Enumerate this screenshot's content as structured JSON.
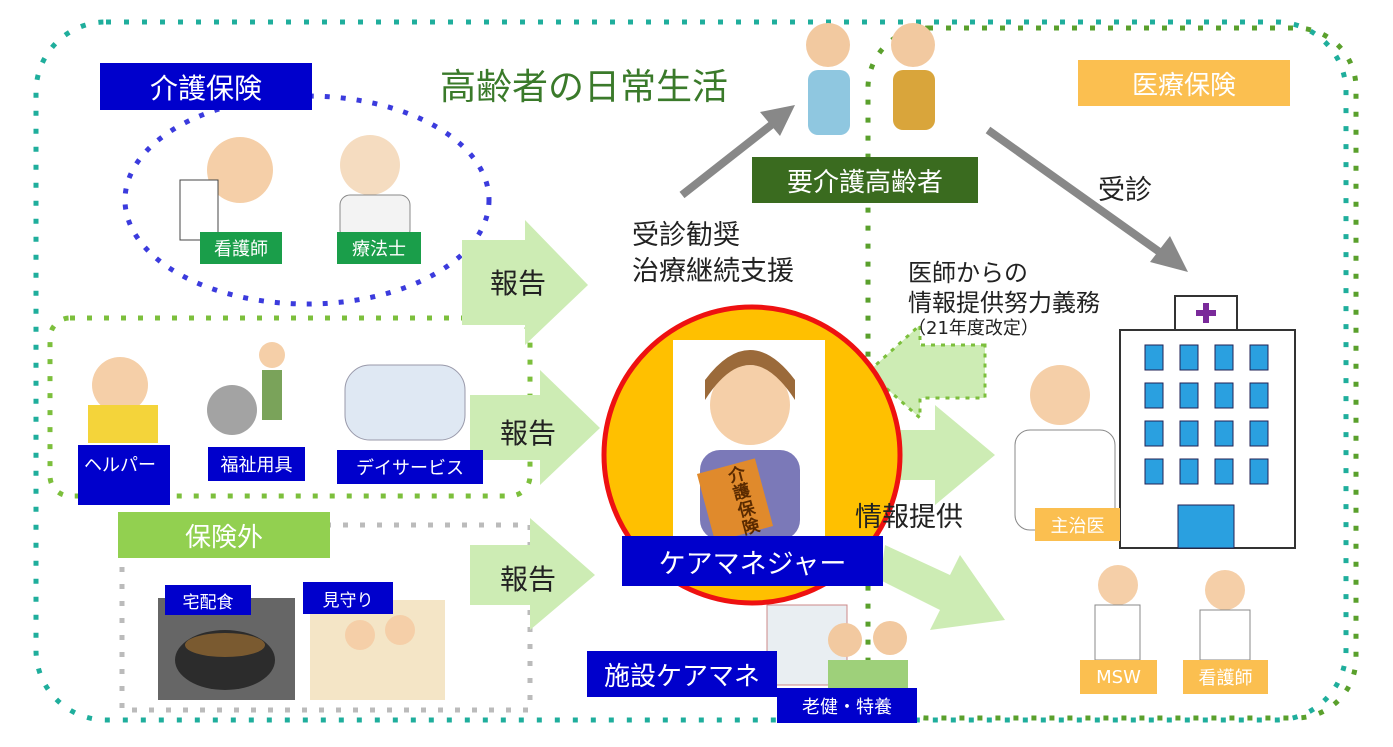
{
  "title": "高齢者の日常生活",
  "kaigo": {
    "label": "介護保険",
    "nurse": "看護師",
    "therapist": "療法士"
  },
  "services": {
    "helper": "ヘルパー",
    "welfare": "福祉用具",
    "day": "デイサービス"
  },
  "hokengai": {
    "label": "保険外",
    "meal": "宅配食",
    "watch": "見守り"
  },
  "reports": [
    "報告",
    "報告",
    "報告"
  ],
  "elderly": "要介護高齢者",
  "support": [
    "受診勧奨",
    "治療継続支援"
  ],
  "caremanager": "ケアマネジャー",
  "badge_text": "介護保険",
  "facility": {
    "label": "施設ケアマネ",
    "sub": "老健・特養"
  },
  "iryo": {
    "label": "医療保険",
    "visit": "受診",
    "doctor_info": [
      "医師からの",
      "情報提供努力義務",
      "（21年度改定）"
    ],
    "info": "情報提供",
    "doctor": "主治医",
    "msw": "MSW",
    "nurse": "看護師"
  }
}
